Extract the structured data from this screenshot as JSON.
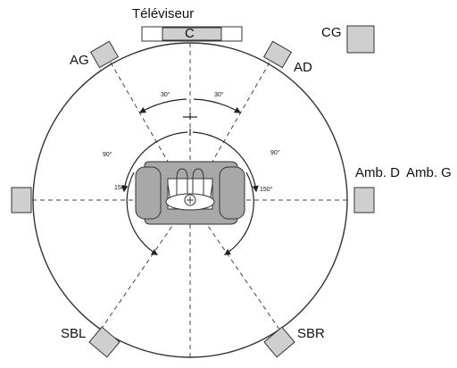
{
  "diagram": {
    "tv_label": "Téléviseur",
    "speakers": {
      "center": "C",
      "front_left": "AG",
      "front_right": "AD",
      "center_gray": "CG",
      "surround_right": "Amb. D",
      "surround_left": "Amb. G",
      "surround_back_left": "SBL",
      "surround_back_right": "SBR"
    },
    "angles": {
      "front_left": "30°",
      "front_right": "30°",
      "side_left": "90°",
      "side_right": "90°",
      "back_left": "150°",
      "back_right": "150°"
    },
    "colors": {
      "speaker_fill": "#cfcfcf",
      "seat_fill": "#a8a8a8",
      "line": "#333333"
    }
  }
}
